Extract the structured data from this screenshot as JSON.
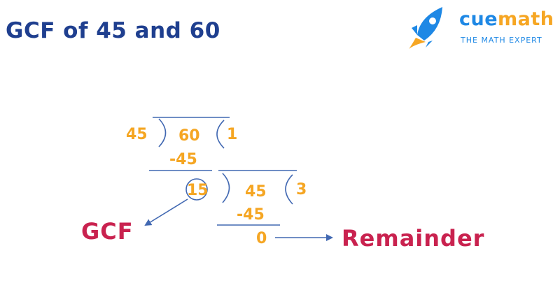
{
  "title": "GCF of 45 and 60",
  "brand": {
    "name_part1": "cue",
    "name_part2": "math",
    "tagline": "THE MATH EXPERT",
    "color_primary": "#1e88e5",
    "color_secondary": "#f6a623"
  },
  "colors": {
    "title": "#1f3f8f",
    "line": "#4168b2",
    "number": "#f5a623",
    "label": "#c9224f"
  },
  "division_1": {
    "divisor": "45",
    "dividend": "60",
    "quotient": "1",
    "subtrahend": "-45",
    "remainder": "15"
  },
  "division_2": {
    "divisor": "15",
    "dividend": "45",
    "quotient": "3",
    "subtrahend": "-45",
    "remainder": "0"
  },
  "labels": {
    "gcf": "GCF",
    "remainder": "Remainder"
  }
}
